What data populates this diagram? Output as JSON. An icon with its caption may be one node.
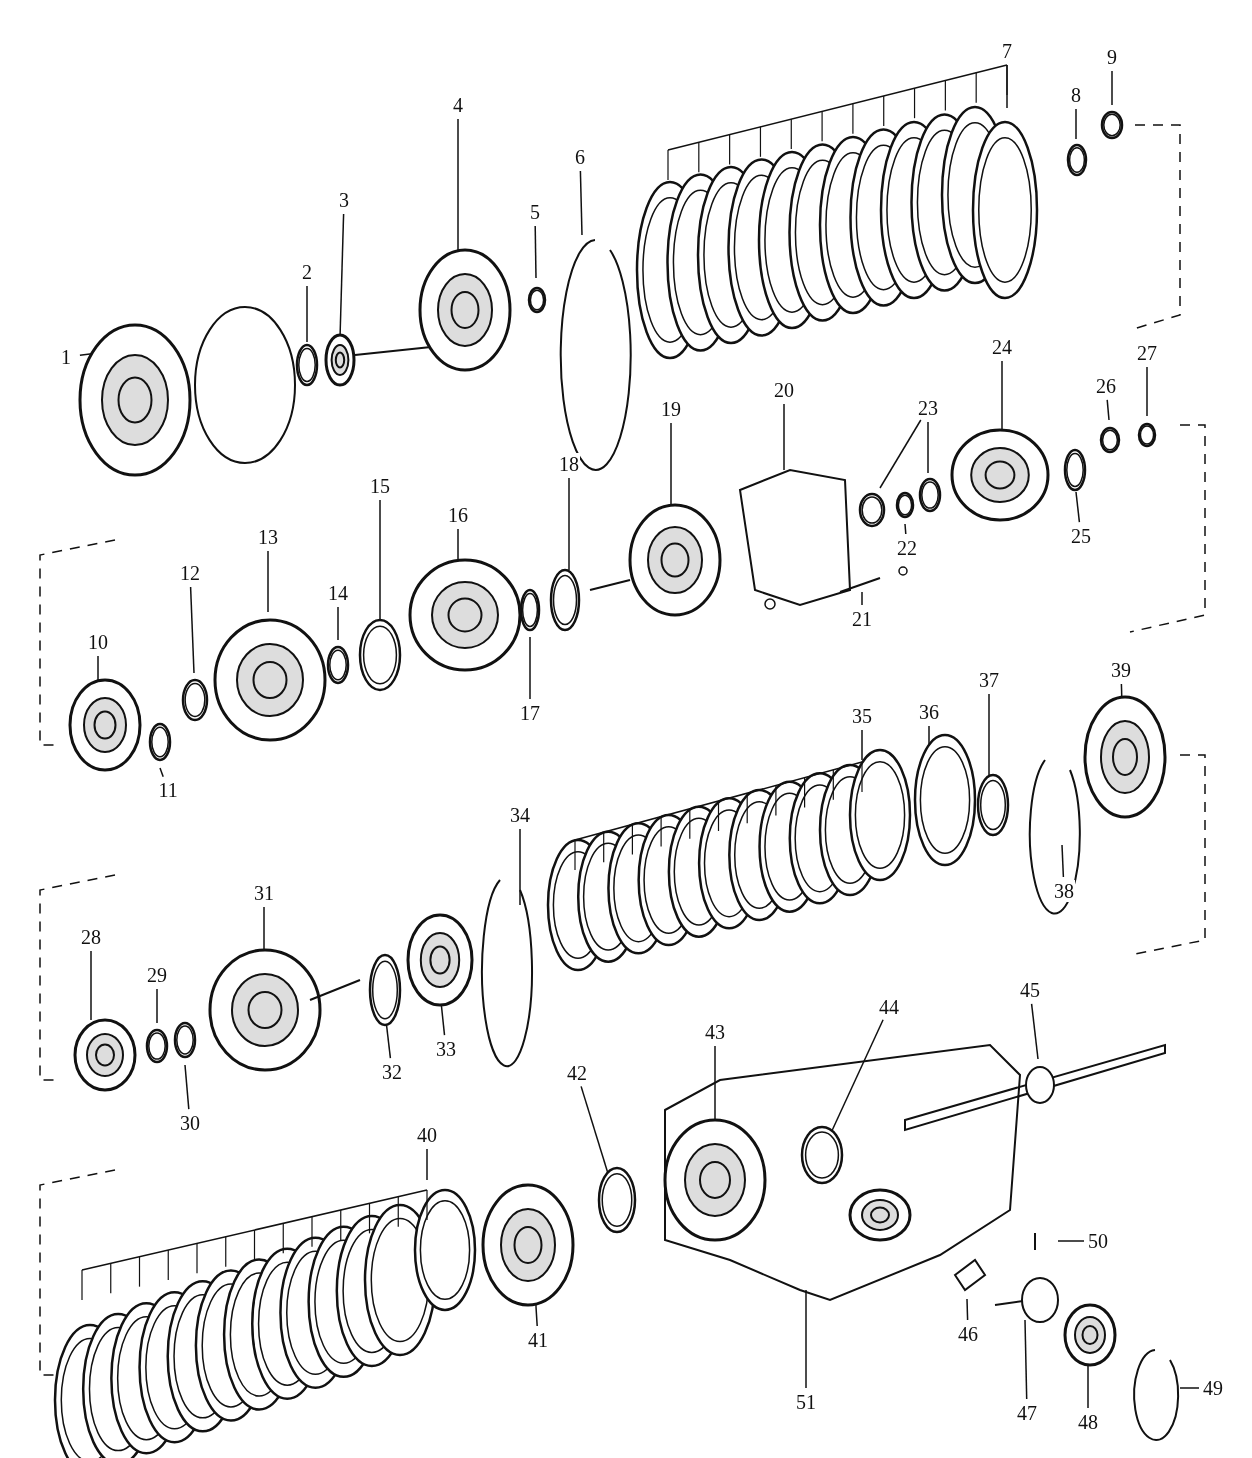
{
  "diagram": {
    "nodes": [
      {
        "text": [
          "1"
        ]
      },
      {
        "text": [
          "2"
        ]
      },
      {
        "text": [
          "3"
        ]
      },
      {
        "text": [
          "4"
        ]
      },
      {
        "text": [
          "5"
        ]
      },
      {
        "text": [
          "6"
        ]
      },
      {
        "text": [
          "7"
        ]
      },
      {
        "text": [
          "8"
        ]
      },
      {
        "text": [
          "9"
        ]
      },
      {
        "text": [
          "10"
        ]
      },
      {
        "text": [
          "11"
        ]
      },
      {
        "text": [
          "12"
        ]
      },
      {
        "text": [
          "13"
        ]
      },
      {
        "text": [
          "14"
        ]
      },
      {
        "text": [
          "15"
        ]
      },
      {
        "text": [
          "16"
        ]
      },
      {
        "text": [
          "17"
        ]
      },
      {
        "text": [
          "18"
        ]
      },
      {
        "text": [
          "19"
        ]
      },
      {
        "text": [
          "20"
        ]
      },
      {
        "text": [
          "21"
        ]
      },
      {
        "text": [
          "22"
        ]
      },
      {
        "text": [
          "23"
        ]
      },
      {
        "text": [
          "24"
        ]
      },
      {
        "text": [
          "25"
        ]
      },
      {
        "text": [
          "26"
        ]
      },
      {
        "text": [
          "27"
        ]
      },
      {
        "text": [
          "28"
        ]
      },
      {
        "text": [
          "29"
        ]
      },
      {
        "text": [
          "30"
        ]
      },
      {
        "text": [
          "31"
        ]
      },
      {
        "text": [
          "32"
        ]
      },
      {
        "text": [
          "33"
        ]
      },
      {
        "text": [
          "34"
        ]
      },
      {
        "text": [
          "35"
        ]
      },
      {
        "text": [
          "36"
        ]
      },
      {
        "text": [
          "37"
        ]
      },
      {
        "text": [
          "38"
        ]
      },
      {
        "text": [
          "39"
        ]
      },
      {
        "text": [
          "40"
        ]
      },
      {
        "text": [
          "41"
        ]
      },
      {
        "text": [
          "42"
        ]
      },
      {
        "text": [
          "43"
        ]
      },
      {
        "text": [
          "44"
        ]
      },
      {
        "text": [
          "45"
        ]
      },
      {
        "text": [
          "46"
        ]
      },
      {
        "text": [
          "47"
        ]
      },
      {
        "text": [
          "48"
        ]
      },
      {
        "text": [
          "49"
        ]
      },
      {
        "text": [
          "50"
        ]
      },
      {
        "text": [
          "51"
        ]
      }
    ],
    "edges": [
      {
        "from": 0,
        "to": null,
        "arrow": "none"
      },
      {
        "from": 1,
        "to": null,
        "arrow": "none"
      },
      {
        "from": 2,
        "to": null,
        "arrow": "none"
      },
      {
        "from": 3,
        "to": null,
        "arrow": "none"
      },
      {
        "from": 4,
        "to": null,
        "arrow": "none"
      },
      {
        "from": 5,
        "to": null,
        "arrow": "none"
      },
      {
        "from": 6,
        "to": null,
        "arrow": "none"
      },
      {
        "from": 7,
        "to": null,
        "arrow": "none"
      },
      {
        "from": 8,
        "to": null,
        "arrow": "none"
      },
      {
        "from": 9,
        "to": null,
        "arrow": "none"
      },
      {
        "from": 10,
        "to": null,
        "arrow": "none"
      },
      {
        "from": 11,
        "to": null,
        "arrow": "none"
      },
      {
        "from": 12,
        "to": null,
        "arrow": "none"
      },
      {
        "from": 13,
        "to": null,
        "arrow": "none"
      },
      {
        "from": 14,
        "to": null,
        "arrow": "none"
      },
      {
        "from": 15,
        "to": null,
        "arrow": "none"
      },
      {
        "from": 16,
        "to": null,
        "arrow": "none"
      },
      {
        "from": 17,
        "to": null,
        "arrow": "none"
      },
      {
        "from": 18,
        "to": null,
        "arrow": "none"
      },
      {
        "from": 19,
        "to": null,
        "arrow": "none"
      },
      {
        "from": 20,
        "to": null,
        "arrow": "none"
      },
      {
        "from": 21,
        "to": null,
        "arrow": "none"
      },
      {
        "from": 22,
        "to": null,
        "arrow": "none"
      },
      {
        "from": 22,
        "to": null,
        "arrow": "none"
      },
      {
        "from": 23,
        "to": null,
        "arrow": "none"
      },
      {
        "from": 24,
        "to": null,
        "arrow": "none"
      },
      {
        "from": 25,
        "to": null,
        "arrow": "none"
      },
      {
        "from": 26,
        "to": null,
        "arrow": "none"
      },
      {
        "from": 27,
        "to": null,
        "arrow": "none"
      },
      {
        "from": 28,
        "to": null,
        "arrow": "none"
      },
      {
        "from": 29,
        "to": null,
        "arrow": "none"
      },
      {
        "from": 30,
        "to": null,
        "arrow": "none"
      },
      {
        "from": 31,
        "to": null,
        "arrow": "none"
      },
      {
        "from": 32,
        "to": null,
        "arrow": "none"
      },
      {
        "from": 33,
        "to": null,
        "arrow": "none"
      },
      {
        "from": 34,
        "to": null,
        "arrow": "none"
      },
      {
        "from": 35,
        "to": null,
        "arrow": "none"
      },
      {
        "from": 36,
        "to": null,
        "arrow": "none"
      },
      {
        "from": 37,
        "to": null,
        "arrow": "none"
      },
      {
        "from": 38,
        "to": null,
        "arrow": "none"
      },
      {
        "from": 39,
        "to": null,
        "arrow": "none"
      },
      {
        "from": 40,
        "to": null,
        "arrow": "none"
      },
      {
        "from": 41,
        "to": null,
        "arrow": "none"
      },
      {
        "from": 42,
        "to": null,
        "arrow": "none"
      },
      {
        "from": 43,
        "to": null,
        "arrow": "none"
      },
      {
        "from": 44,
        "to": null,
        "arrow": "none"
      },
      {
        "from": 45,
        "to": null,
        "arrow": "none"
      },
      {
        "from": 46,
        "to": null,
        "arrow": "none"
      },
      {
        "from": 47,
        "to": null,
        "arrow": "none"
      },
      {
        "from": 48,
        "to": null,
        "arrow": "none"
      },
      {
        "from": 49,
        "to": null,
        "arrow": "none"
      },
      {
        "from": 50,
        "to": null,
        "arrow": "none"
      }
    ]
  }
}
